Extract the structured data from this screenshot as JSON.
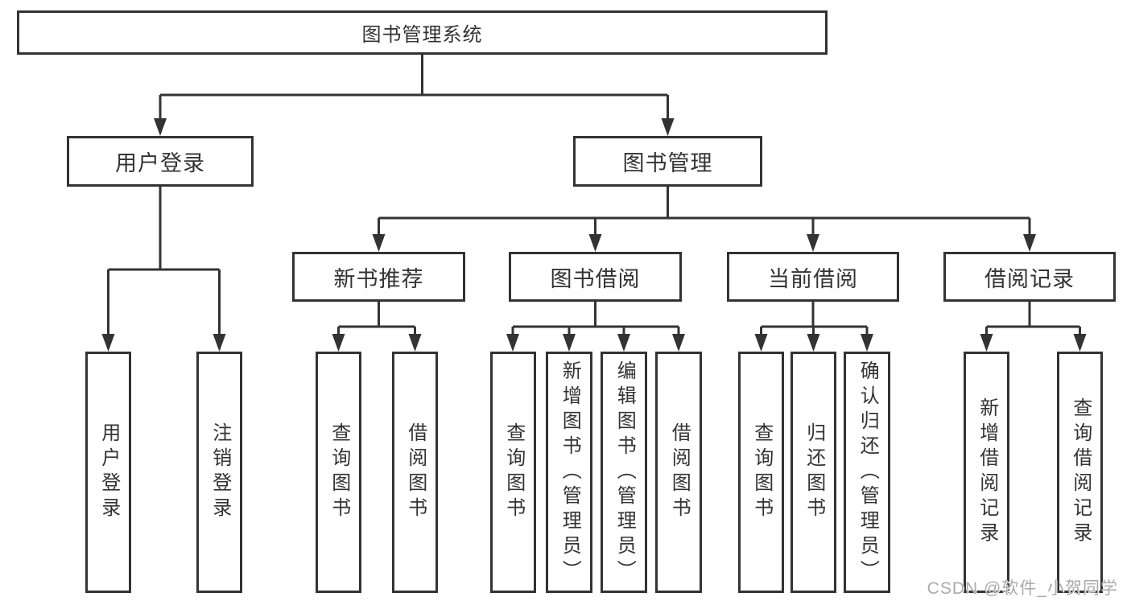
{
  "tree": {
    "label": "图书管理系统",
    "children": [
      {
        "label": "用户登录",
        "children": [
          {
            "label": "用户登录"
          },
          {
            "label": "注销登录"
          }
        ]
      },
      {
        "label": "图书管理",
        "children": [
          {
            "label": "新书推荐",
            "children": [
              {
                "label": "查询图书"
              },
              {
                "label": "借阅图书"
              }
            ]
          },
          {
            "label": "图书借阅",
            "children": [
              {
                "label": "查询图书"
              },
              {
                "label": "新增图书（管理员）"
              },
              {
                "label": "编辑图书（管理员）"
              },
              {
                "label": "借阅图书"
              }
            ]
          },
          {
            "label": "当前借阅",
            "children": [
              {
                "label": "查询图书"
              },
              {
                "label": "归还图书"
              },
              {
                "label": "确认归还（管理员）"
              }
            ]
          },
          {
            "label": "借阅记录",
            "children": [
              {
                "label": "新增借阅记录"
              },
              {
                "label": "查询借阅记录"
              }
            ]
          }
        ]
      }
    ]
  },
  "watermark": "CSDN @软件_小贺同学",
  "colors": {
    "line": "#333333",
    "box_border": "#333333",
    "text": "#333333",
    "watermark": "#ababab",
    "background": "#ffffff"
  }
}
